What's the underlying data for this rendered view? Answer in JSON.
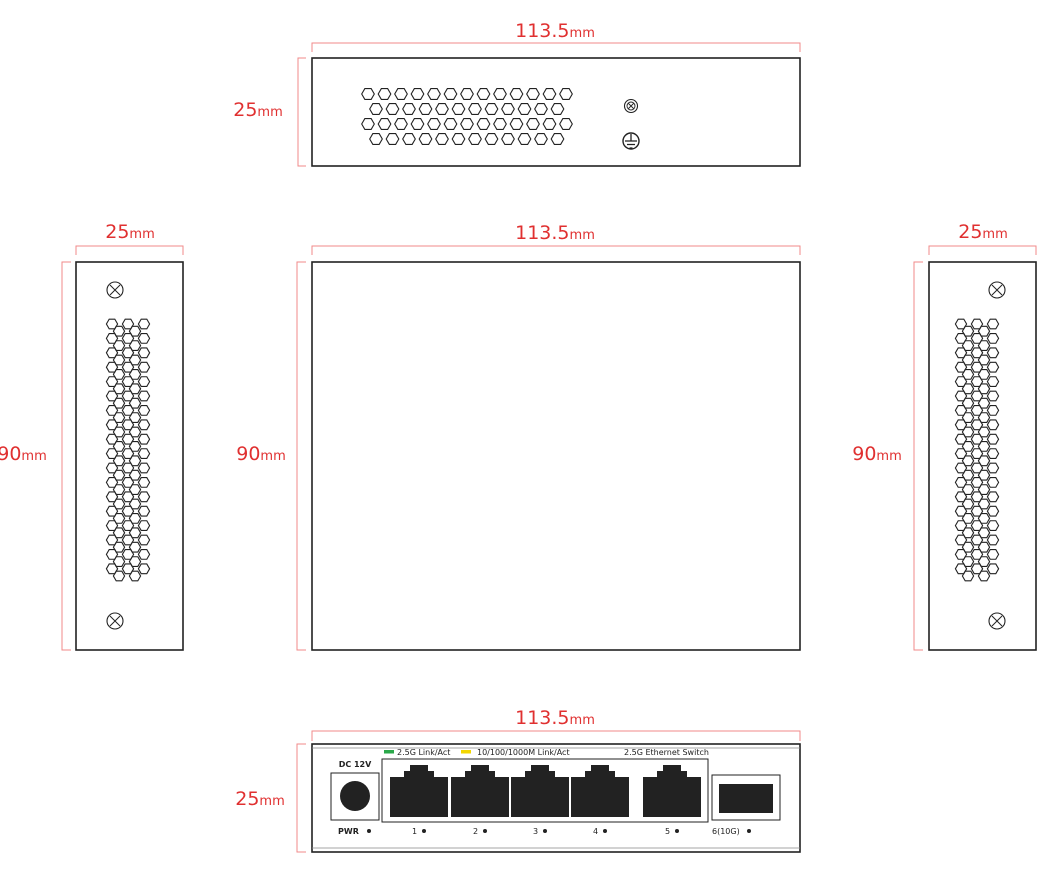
{
  "dimensions": {
    "top_width": {
      "value": "113.5",
      "unit": "mm"
    },
    "top_height": {
      "value": "25",
      "unit": "mm"
    },
    "left_width": {
      "value": "25",
      "unit": "mm"
    },
    "left_height": {
      "value": "90",
      "unit": "mm"
    },
    "center_width": {
      "value": "113.5",
      "unit": "mm"
    },
    "center_height": {
      "value": "90",
      "unit": "mm"
    },
    "right_width": {
      "value": "25",
      "unit": "mm"
    },
    "right_height": {
      "value": "90",
      "unit": "mm"
    },
    "front_width": {
      "value": "113.5",
      "unit": "mm"
    },
    "front_height": {
      "value": "25",
      "unit": "mm"
    }
  },
  "front_panel": {
    "power_label": "DC 12V",
    "pwr_led_label": "PWR",
    "legend_green": "2.5G Link/Act",
    "legend_yellow": "10/100/1000M Link/Act",
    "product_name": "2.5G Ethernet Switch",
    "ports": [
      "1",
      "2",
      "3",
      "4",
      "5"
    ],
    "sfp_port": "6(10G)"
  },
  "colors": {
    "dimension": "#e03030",
    "led_green": "#2aa84a",
    "led_yellow": "#f2d600",
    "outline": "#222222"
  }
}
